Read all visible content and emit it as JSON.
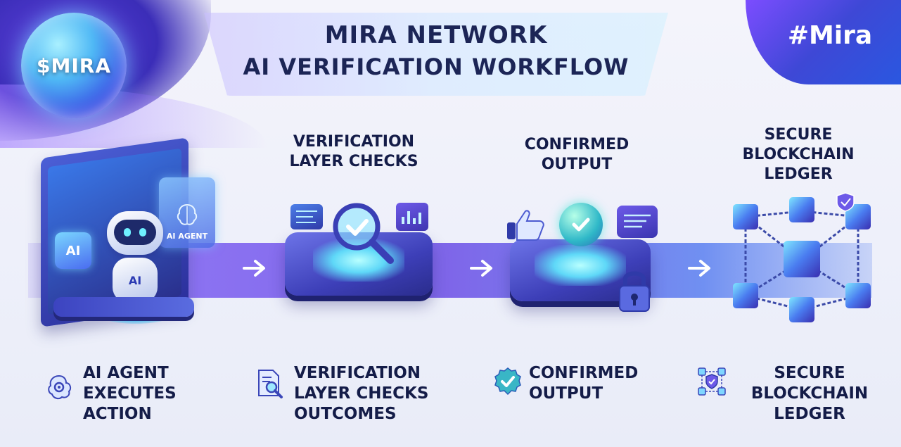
{
  "header": {
    "token": "$MIRA",
    "title_line1": "MIRA NETWORK",
    "title_line2": "AI VERIFICATION WORKFLOW",
    "hashtag": "#Mira"
  },
  "steps": [
    {
      "caption": [
        "AI AGENT",
        "EXECUTES",
        "ACTION"
      ],
      "screen_badge": "AI",
      "robot_badge": "AI",
      "card_label": "AI AGENT",
      "caption_icon": "brain-gear-icon"
    },
    {
      "heading": [
        "VERIFICATION",
        "LAYER CHECKS"
      ],
      "caption": [
        "VERIFICATION",
        "LAYER CHECKS",
        "OUTCOMES"
      ],
      "caption_icon": "document-magnifier-icon"
    },
    {
      "heading": [
        "CONFIRMED",
        "OUTPUT"
      ],
      "caption": [
        "CONFIRMED",
        "OUTPUT"
      ],
      "caption_icon": "check-badge-icon"
    },
    {
      "heading": [
        "SECURE",
        "BLOCKCHAIN",
        "LEDGER"
      ],
      "caption": [
        "SECURE",
        "BLOCKCHAIN",
        "LEDGER"
      ],
      "caption_icon": "blockchain-shield-icon"
    }
  ],
  "colors": {
    "navy_text": "#141c48",
    "accent_purple": "#6b4ee6",
    "accent_cyan": "#5fd8f8",
    "badge_blue": "#3a55e6"
  }
}
